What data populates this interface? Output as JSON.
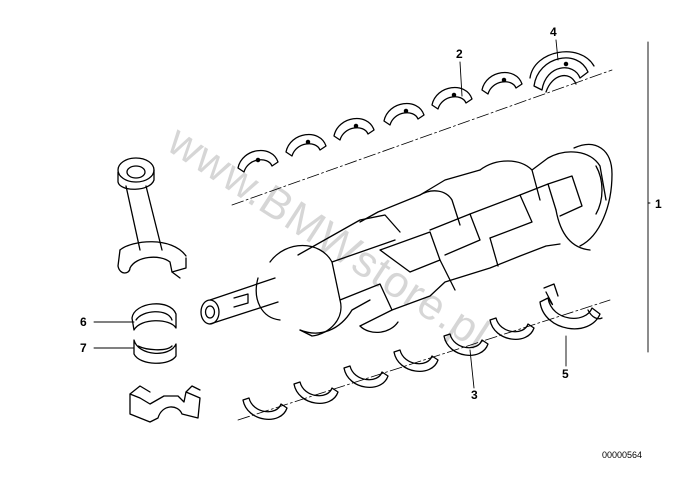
{
  "diagram": {
    "callouts": [
      {
        "id": "1",
        "label": "1"
      },
      {
        "id": "2",
        "label": "2"
      },
      {
        "id": "3",
        "label": "3"
      },
      {
        "id": "4",
        "label": "4"
      },
      {
        "id": "5",
        "label": "5"
      },
      {
        "id": "6",
        "label": "6"
      },
      {
        "id": "7",
        "label": "7"
      }
    ],
    "watermark": "www.BMWstore.pl",
    "part_code": "00000564",
    "colors": {
      "line": "#000000",
      "background": "#ffffff",
      "watermark": "#b3b3b3"
    }
  }
}
